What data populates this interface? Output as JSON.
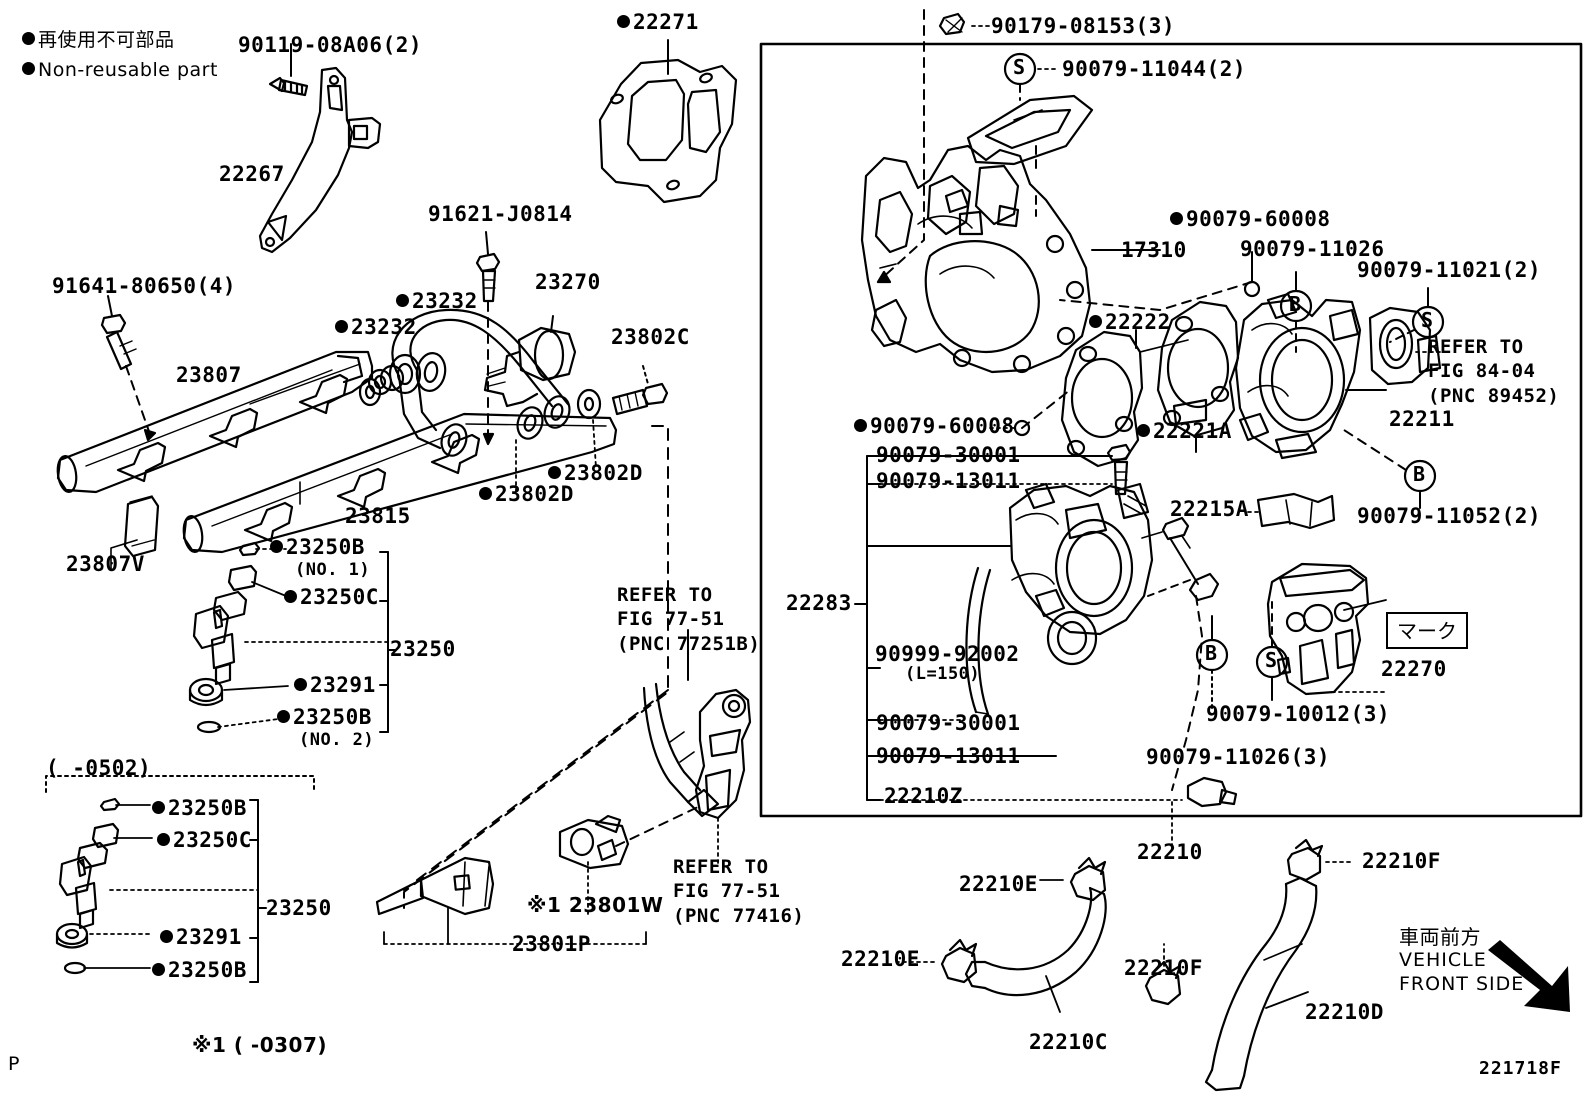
{
  "diagram": {
    "figure_id": "221718F",
    "page_mark": "P",
    "legend": [
      {
        "symbol": "filled-circle",
        "text": "再使用不可部品"
      },
      {
        "symbol": "filled-circle",
        "text": "Non-reusable part"
      }
    ],
    "vehicle_direction": {
      "jp": "車両前方",
      "en_line1": "VEHICLE",
      "en_line2": "FRONT SIDE"
    },
    "mark_callout": "マーク"
  },
  "labels": {
    "p90119": "90119-08A06(2)",
    "p22267": "22267",
    "p22271": "22271",
    "p91641": "91641-80650(4)",
    "p23807": "23807",
    "p23807v": "23807V",
    "p23815": "23815",
    "p23232a": "23232",
    "p23232b": "23232",
    "p91621": "91621-J0814",
    "p23270": "23270",
    "p23802c": "23802C",
    "p23802d1": "23802D",
    "p23802d2": "23802D",
    "p23250b_no1": "23250B",
    "p23250b_no1_sub": "(NO. 1)",
    "p23250c": "23250C",
    "p23250": "23250",
    "p23291": "23291",
    "p23250b_no2": "23250B",
    "p23250b_no2_sub": "(NO. 2)",
    "group_0502": "(    -0502)",
    "p23250b_b1": "23250B",
    "p23250c_b": "23250C",
    "p23250_b": "23250",
    "p23291_b": "23291",
    "p23250b_b2": "23250B",
    "note_0307": "※1 (      -0307)",
    "ref_77251b_l1": "REFER TO",
    "ref_77251b_l2": "FIG 77-51",
    "ref_77251b_l3": "(PNC 77251B)",
    "ref_77416_l1": "REFER TO",
    "ref_77416_l2": "FIG 77-51",
    "ref_77416_l3": "(PNC 77416)",
    "p23801w": "※1 23801W",
    "p23801p": "23801P",
    "p90179": "90179-08153(3)",
    "p90079_11044": "90079-11044(2)",
    "p17310": "17310",
    "p90079_60008_top": "90079-60008",
    "p90079_11026": "90079-11026",
    "p90079_11021": "90079-11021(2)",
    "ref_8404_l1": "REFER TO",
    "ref_8404_l2": "FIG 84-04",
    "ref_8404_l3": "(PNC 89452)",
    "p22211": "22211",
    "p22222": "22222",
    "p22221a": "22221A",
    "p90079_11052": "90079-11052(2)",
    "p90079_60008_mid": "90079-60008",
    "p90079_30001_a": "90079-30001",
    "p90079_13011_a": "90079-13011",
    "p22215a": "22215A",
    "p22283": "22283",
    "p90999_92002": "90999-92002",
    "p90999_len": "(L=150)",
    "p90079_30001_b": "90079-30001",
    "p90079_13011_b": "90079-13011",
    "p90079_11026_3": "90079-11026(3)",
    "p90079_10012": "90079-10012(3)",
    "p22270": "22270",
    "p22210z": "22210Z",
    "p22210": "22210",
    "p22210e_top": "22210E",
    "p22210e_left": "22210E",
    "p22210c": "22210C",
    "p22210f_top": "22210F",
    "p22210f_mid": "22210F",
    "p22210d": "22210D"
  },
  "circle_markers": {
    "s1": "S",
    "s2": "S",
    "s3": "S",
    "b1": "B",
    "b2": "B",
    "b3": "B"
  }
}
